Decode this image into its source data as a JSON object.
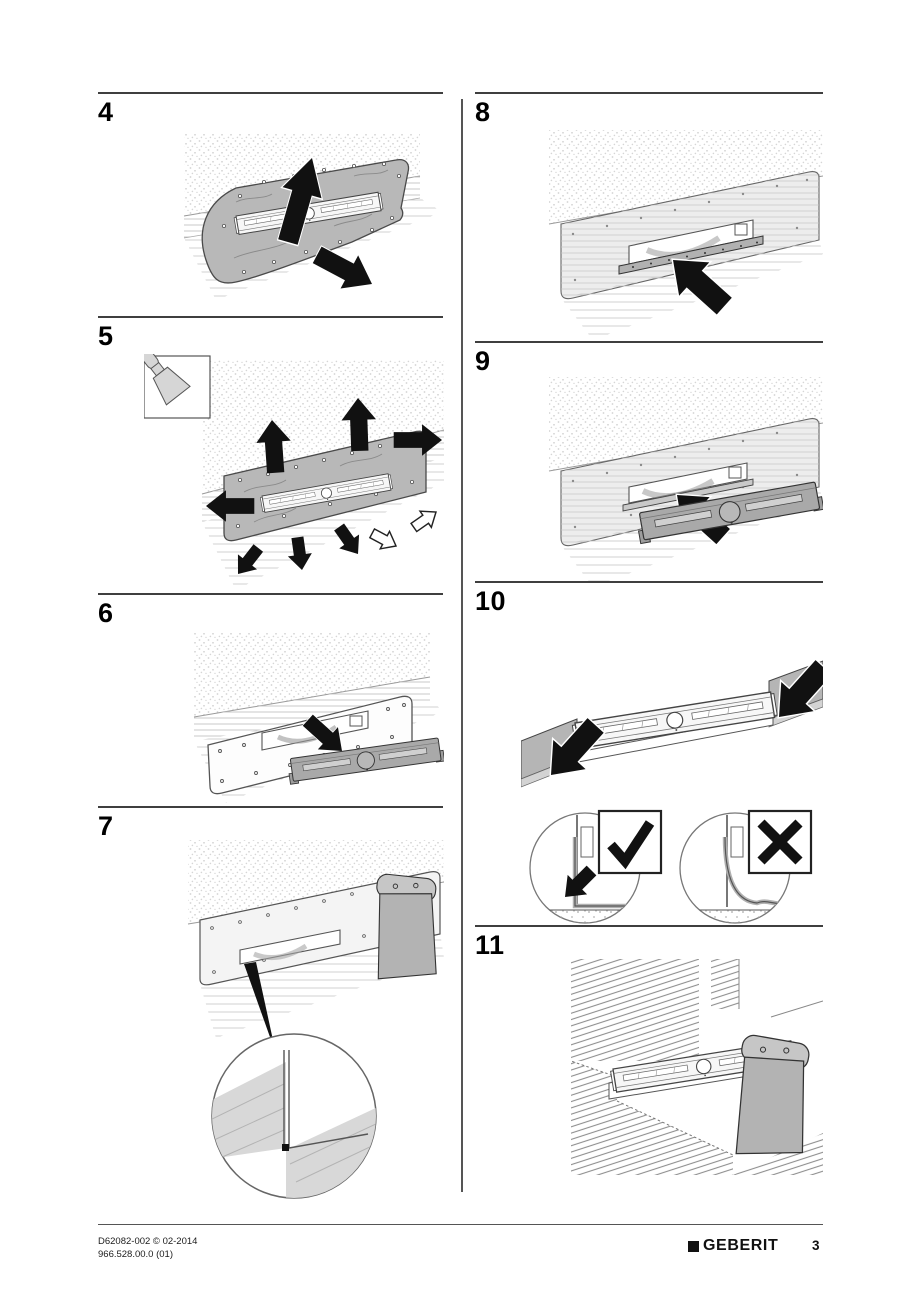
{
  "steps": [
    {
      "label": "4"
    },
    {
      "label": "5"
    },
    {
      "label": "6"
    },
    {
      "label": "7"
    },
    {
      "label": "8"
    },
    {
      "label": "9"
    },
    {
      "label": "10"
    },
    {
      "label": "11"
    }
  ],
  "footer": {
    "doc_code": "D62082-002 © 02-2014",
    "article_code": "966.528.00.0 (01)",
    "brand": "GEBERIT",
    "page_number": "3"
  }
}
